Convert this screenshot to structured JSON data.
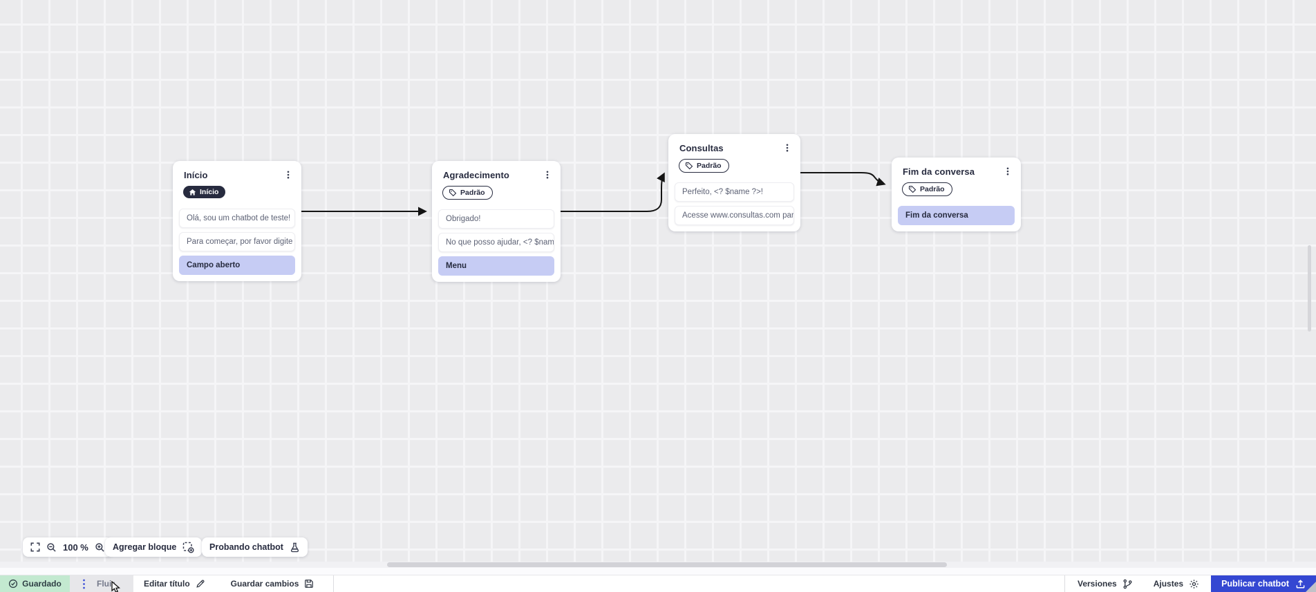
{
  "canvas": {
    "nodes": [
      {
        "title": "Início",
        "badge": {
          "label": "Início",
          "style": "dark",
          "icon": "home"
        },
        "messages": {
          "m0": "Olá, sou um chatbot de teste!",
          "m1": "Para começar, por favor digite o ...",
          "m2": "Campo aberto"
        }
      },
      {
        "title": "Agradecimento",
        "badge": {
          "label": "Padrão",
          "style": "outline",
          "icon": "tag"
        },
        "messages": {
          "m0": "Obrigado!",
          "m1": "No que posso ajudar, <? $name ...",
          "m2": "Menu"
        }
      },
      {
        "title": "Consultas",
        "badge": {
          "label": "Padrão",
          "style": "outline",
          "icon": "tag"
        },
        "messages": {
          "m0": "Perfeito, <? $name ?>!",
          "m1": "Acesse www.consultas.com par..."
        }
      },
      {
        "title": "Fim da conversa",
        "badge": {
          "label": "Padrão",
          "style": "outline",
          "icon": "tag"
        },
        "messages": {
          "m0": "Fim da conversa"
        }
      }
    ]
  },
  "toolbar": {
    "zoom_level": "100 %",
    "add_block_label": "Agregar bloque",
    "test_chatbot_label": "Probando chatbot"
  },
  "statusbar": {
    "saved_label": "Guardado",
    "flow_tab_label": "Fluir",
    "edit_title_label": "Editar título",
    "save_changes_label": "Guardar cambios",
    "versions_label": "Versiones",
    "settings_label": "Ajustes",
    "publish_label": "Publicar chatbot"
  },
  "colors": {
    "accent_blue": "#3447d2",
    "saved_green": "#c3e9d0",
    "card_purple": "#c6ccf4",
    "badge_dark": "#272b3f"
  }
}
